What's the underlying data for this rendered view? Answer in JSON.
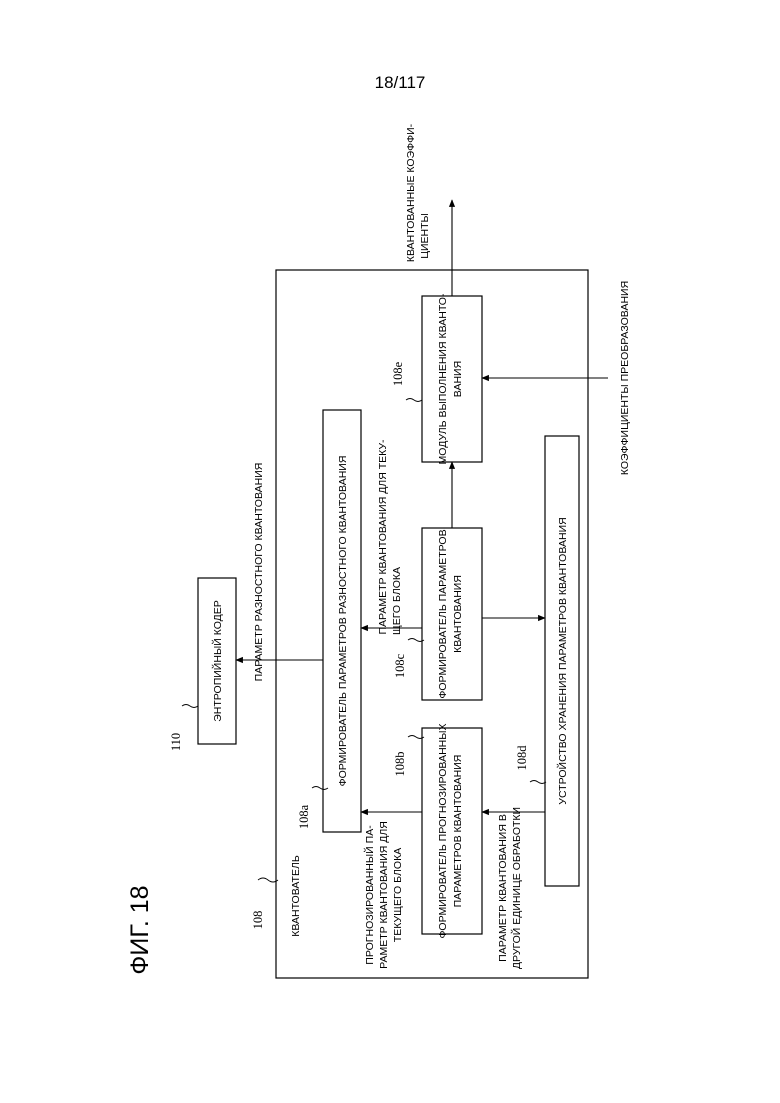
{
  "page_number": "18/117",
  "figure_title": "ФИГ. 18",
  "blocks": {
    "entropy_coder": {
      "ref": "110",
      "label": "ЭНТРОПИЙНЫЙ КОДЕР"
    },
    "quantizer": {
      "ref": "108",
      "label": "КВАНТОВАТЕЛЬ"
    },
    "diff_qp_generator": {
      "ref": "108a",
      "label": "ФОРМИРОВАТЕЛЬ ПАРАМЕТРОВ РАЗНОСТНОГО КВАНТОВАНИЯ"
    },
    "predicted_qp_generator": {
      "ref": "108b",
      "line1": "ФОРМИРОВАТЕЛЬ ПРОГНОЗИРОВАННЫХ",
      "line2": "ПАРАМЕТРОВ КВАНТОВАНИЯ"
    },
    "qp_generator": {
      "ref": "108c",
      "line1": "ФОРМИРОВАТЕЛЬ ПАРАМЕТРОВ",
      "line2": "КВАНТОВАНИЯ"
    },
    "qp_storage": {
      "ref": "108d",
      "label": "УСТРОЙСТВО ХРАНЕНИЯ ПАРАМЕТРОВ КВАНТОВАНИЯ"
    },
    "quantization_module": {
      "ref": "108e",
      "line1": "МОДУЛЬ ВЫПОЛНЕНИЯ КВАНТО-",
      "line2": "ВАНИЯ"
    }
  },
  "signals": {
    "diff_qp": "ПАРАМЕТР РАЗНОСТНОГО КВАНТОВАНИЯ",
    "qp_current_line1": "ПАРАМЕТР КВАНТОВАНИЯ ДЛЯ ТЕКУ-",
    "qp_current_line2": "ЩЕГО БЛОКА",
    "predicted_qp_line1": "ПРОГНОЗИРОВАННЫЙ ПА-",
    "predicted_qp_line2": "РАМЕТР КВАНТОВАНИЯ ДЛЯ",
    "predicted_qp_line3": "ТЕКУЩЕГО БЛОКА",
    "other_unit_qp_line1": "ПАРАМЕТР КВАНТОВАНИЯ В",
    "other_unit_qp_line2": "ДРУГОЙ ЕДИНИЦЕ ОБРАБОТКИ",
    "quantized_coeffs_line1": "КВАНТОВАННЫЕ КОЭФФИ-",
    "quantized_coeffs_line2": "ЦИЕНТЫ",
    "transform_coeffs": "КОЭФФИЦИЕНТЫ ПРЕОБРАЗОВАНИЯ"
  }
}
